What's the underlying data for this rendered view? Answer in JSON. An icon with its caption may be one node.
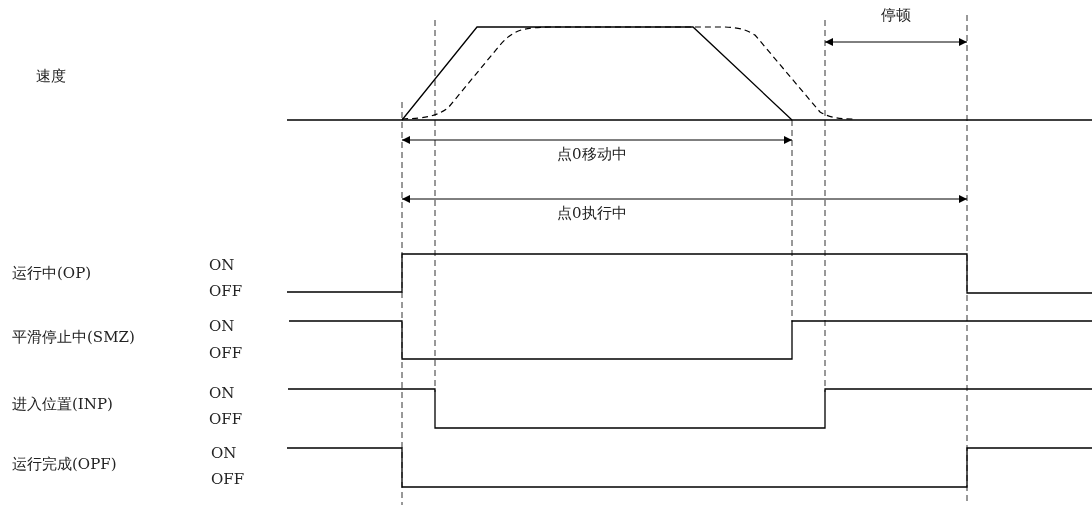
{
  "diagram": {
    "labels": [
      "停顿",
      "速度",
      "点0移动中",
      "点0执行中",
      "运行中(OP)",
      "ON",
      "OFF",
      "平滑停止中(SMZ)",
      "ON",
      "OFF",
      "进入位置(INP)",
      "ON",
      "OFF",
      "运行完成(OPF)",
      "ON",
      "OFF"
    ]
  }
}
